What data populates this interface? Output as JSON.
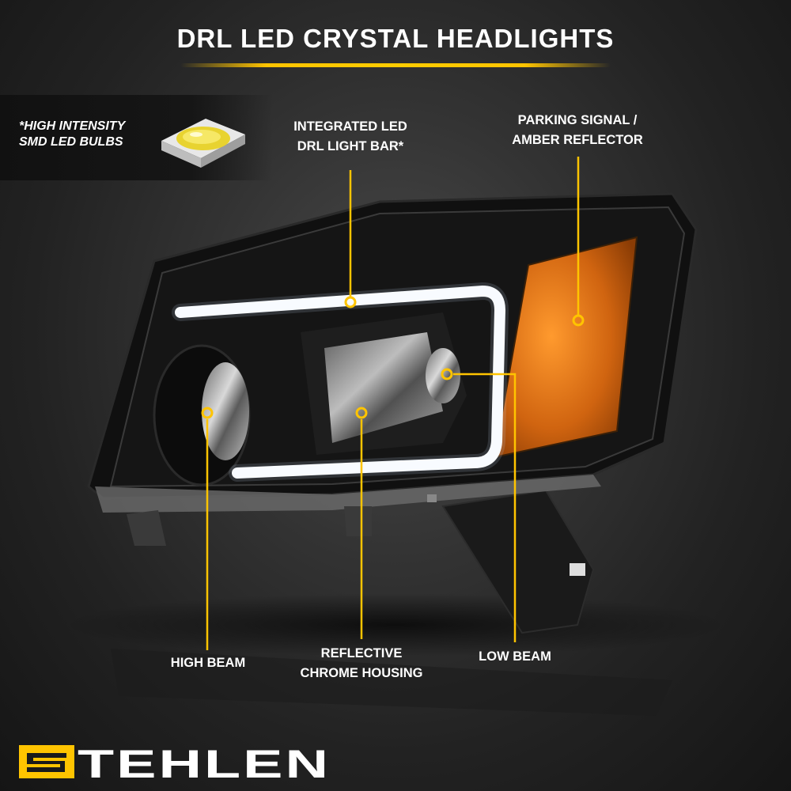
{
  "title": "DRL LED CRYSTAL HEADLIGHTS",
  "chip_label_line1": "*HIGH INTENSITY",
  "chip_label_line2": "SMD LED BULBS",
  "callouts": {
    "drl_line1": "INTEGRATED LED",
    "drl_line2": "DRL LIGHT BAR*",
    "parking_line1": "PARKING SIGNAL /",
    "parking_line2": "AMBER REFLECTOR",
    "high_beam": "HIGH BEAM",
    "chrome_line1": "REFLECTIVE",
    "chrome_line2": "CHROME HOUSING",
    "low_beam": "LOW BEAM"
  },
  "brand": "STEHLEN",
  "colors": {
    "accent": "#ffc400",
    "amber": "#d46a10",
    "background": "#2a2a2a"
  }
}
